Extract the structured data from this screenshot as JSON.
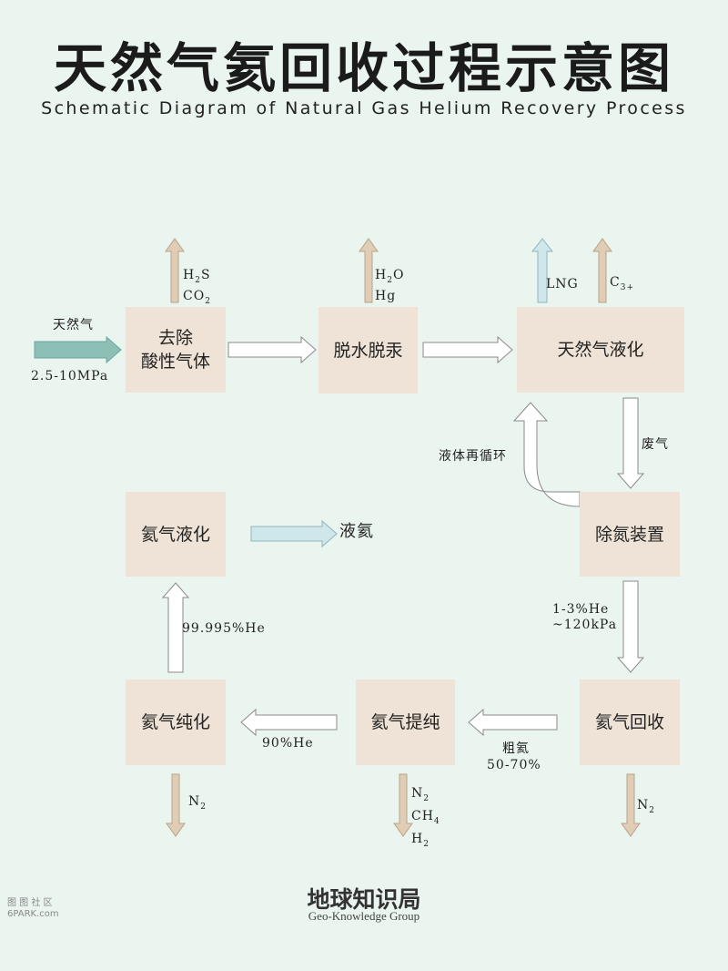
{
  "title": "天然气氦回收过程示意图",
  "subtitle": "Schematic Diagram of Natural Gas Helium Recovery Process",
  "boxes": {
    "acid": "去除\n酸性气体",
    "dehydrate": "脱水脱汞",
    "lng": "天然气液化",
    "denitrogen": "除氮装置",
    "recovery": "氦气回收",
    "refine": "氦气提纯",
    "purify": "氦气纯化",
    "liquefy": "氦气液化"
  },
  "labels": {
    "feed": "天然气",
    "pressure": "2.5-10MPa",
    "h2s": "H",
    "h2s_sub": "2",
    "h2s_tail": "S",
    "co2": "CO",
    "co2_sub": "2",
    "h2o": "H",
    "h2o_sub": "2",
    "h2o_tail": "O",
    "hg": "Hg",
    "lng": "LNG",
    "c3": "C",
    "c3_sub": "3+",
    "waste_gas": "废气",
    "recycle": "液体再循环",
    "he_low": "1-3%He",
    "he_pressure": "~120kPa",
    "crude": "粗氦",
    "crude_pct": "50-70%",
    "he90": "90%He",
    "he99": "99.995%He",
    "liquid_he": "液氦",
    "n2": "N",
    "n2_sub": "2",
    "ch4": "CH",
    "ch4_sub": "4",
    "h2": "H",
    "h2_sub": "2"
  },
  "colors": {
    "background": "#eaf5f0",
    "box": "#eee3d6",
    "tan_arrow": "#dfcdb6",
    "blue_arrow": "#cfe6ea",
    "feed_arrow": "#8cc0b6",
    "white_arrow": "#ffffff"
  },
  "footer": {
    "cn": "地球知识局",
    "en": "Geo-Knowledge Group"
  },
  "watermark": {
    "line1": "图 图 社 区",
    "line2": "6PARK.com"
  }
}
